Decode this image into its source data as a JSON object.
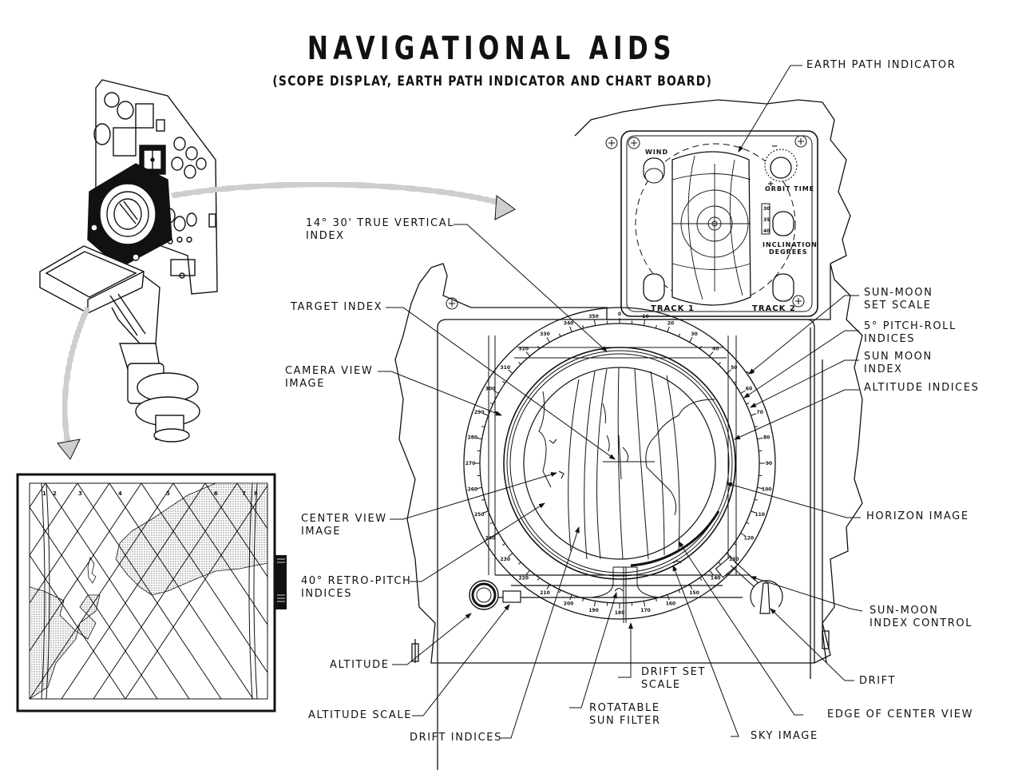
{
  "title": "NAVIGATIONAL AIDS",
  "subtitle": "(SCOPE DISPLAY, EARTH PATH INDICATOR AND CHART BOARD)",
  "callouts": {
    "earth_path_indicator": "EARTH PATH INDICATOR",
    "true_vertical_index": "14° 30' TRUE VERTICAL\nINDEX",
    "target_index": "TARGET INDEX",
    "camera_view_image": "CAMERA VIEW\nIMAGE",
    "center_view_image": "CENTER VIEW\nIMAGE",
    "retro_pitch_indices": "40° RETRO-PITCH\nINDICES",
    "altitude": "ALTITUDE",
    "altitude_scale": "ALTITUDE SCALE",
    "drift_indices": "DRIFT INDICES",
    "rotatable_sun_filter": "ROTATABLE\nSUN FILTER",
    "drift_set_scale": "DRIFT SET\nSCALE",
    "sky_image": "SKY IMAGE",
    "edge_of_center_view": "EDGE OF CENTER VIEW",
    "drift": "DRIFT",
    "sun_moon_index_control": "SUN-MOON\nINDEX CONTROL",
    "horizon_image": "HORIZON IMAGE",
    "altitude_indices": "ALTITUDE INDICES",
    "sun_moon_index": "SUN MOON\nINDEX",
    "pitch_roll_indices": "5° PITCH-ROLL\nINDICES",
    "sun_moon_set_scale": "SUN-MOON\nSET SCALE"
  },
  "earth_path_panel": {
    "wind": "WIND",
    "orbit_time": "ORBIT TIME",
    "inclination": "INCLINATION",
    "degrees": "DEGREES",
    "track1": "TRACK 1",
    "track2": "TRACK 2",
    "minus": "−",
    "plus": "+",
    "inclination_scale": [
      "30",
      "35",
      "40"
    ]
  },
  "scope_scale": {
    "top_ticks": [
      "310",
      "320",
      "330",
      "340",
      "350",
      "0",
      "10",
      "20",
      "30",
      "40",
      "50",
      "60",
      "70",
      "80",
      "90",
      "100",
      "110",
      "120",
      "130"
    ],
    "bottom_ticks": [
      "140",
      "150",
      "160",
      "170",
      "180",
      "190",
      "200",
      "210",
      "220",
      "230",
      "240",
      "250",
      "260",
      "270",
      "280",
      "290",
      "300"
    ]
  },
  "chart_board": {
    "track_numbers": [
      "1",
      "2",
      "3",
      "4",
      "5",
      "6",
      "7",
      "8"
    ]
  }
}
